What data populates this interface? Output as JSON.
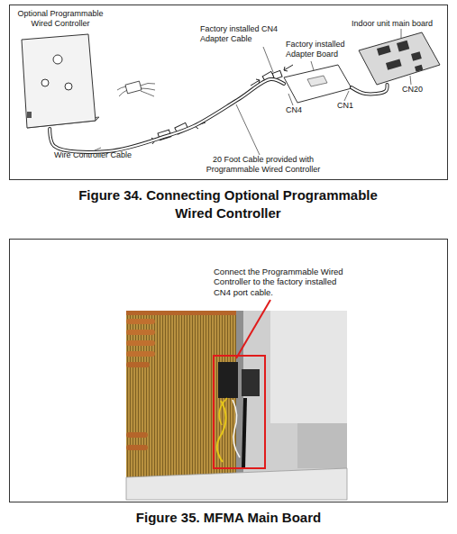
{
  "diagram": {
    "nodes": [
      {
        "text": [
          "Optional Programmable Wired Controller"
        ]
      },
      {
        "text": [
          "Factory installed Adapter Board"
        ]
      },
      {
        "text": [
          "Indoor unit main board"
        ]
      }
    ],
    "edges": [
      {
        "from": 0,
        "to": 1,
        "arrow": "none"
      },
      {
        "from": 1,
        "to": 2,
        "arrow": "none"
      }
    ],
    "labels": [
      "Factory installed CN4 Adapter Cable",
      "CN4",
      "CN1",
      "CN20",
      "Wire Controller Cable",
      "20 Foot Cable provided with Programmable Wired Controller",
      "Figure 34. Connecting Optional Programmable Wired Controller",
      "Connect the Programmable Wired Controller to the factory installed CN4 port cable.",
      "Figure 35. MFMA Main Board"
    ]
  }
}
